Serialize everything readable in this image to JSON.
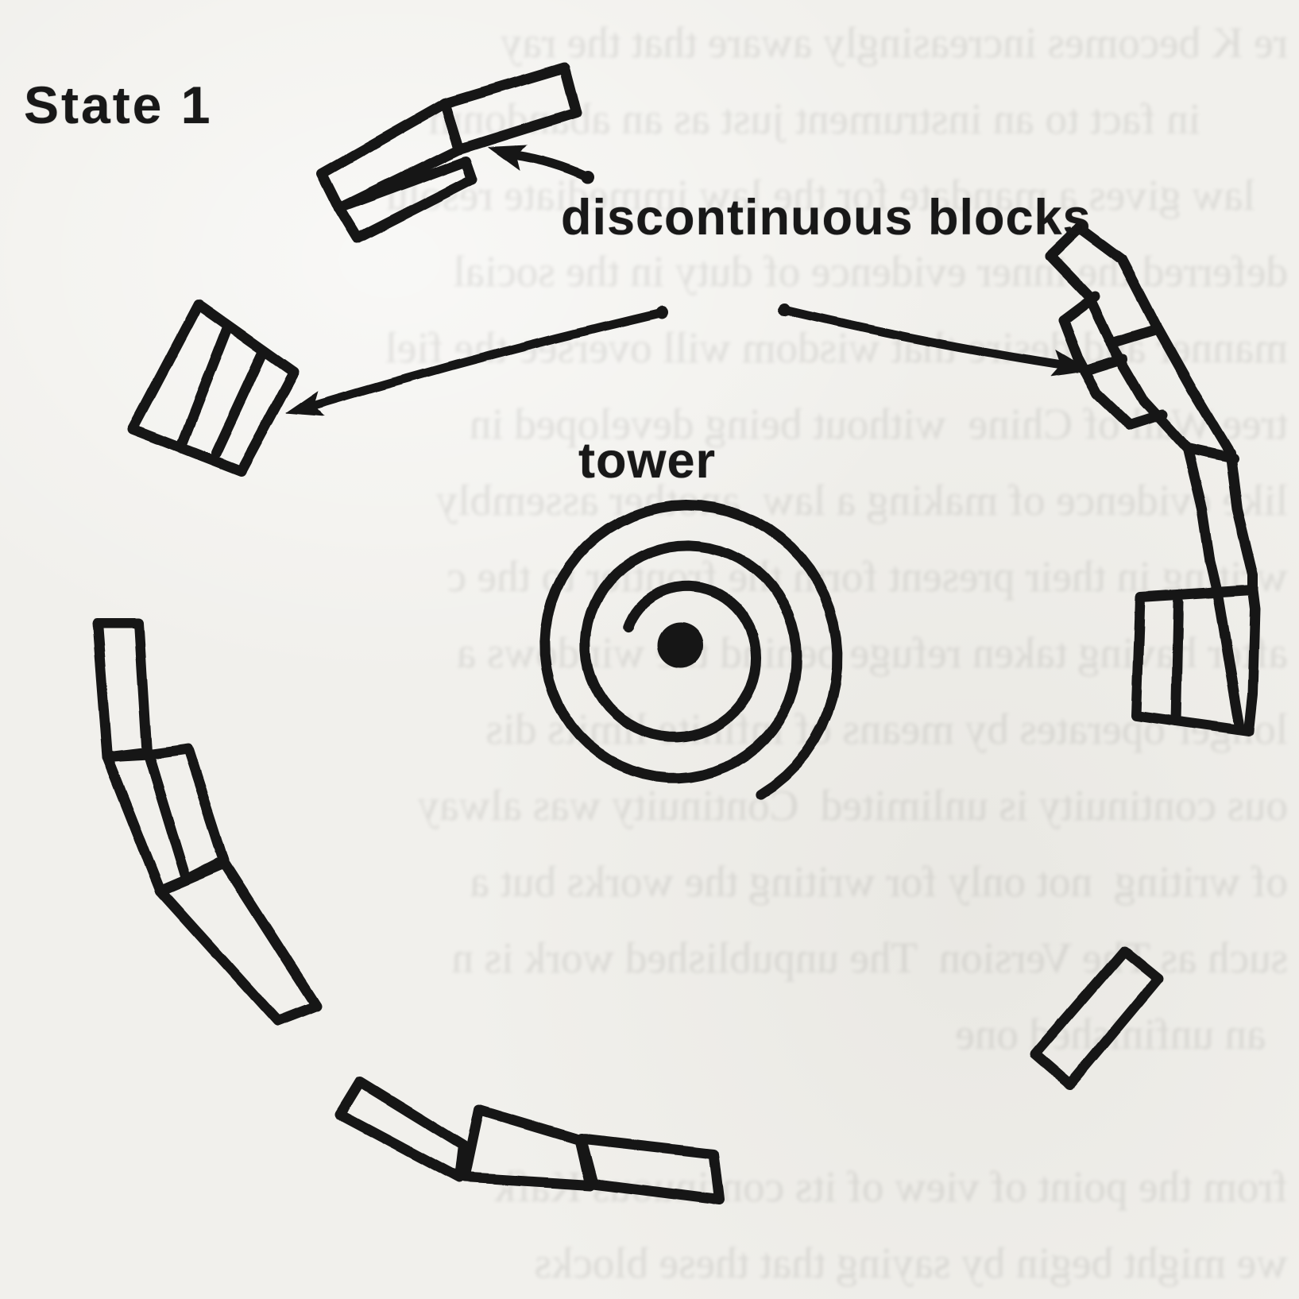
{
  "labels": {
    "state": "State 1",
    "discontinuous_blocks": "discontinuous blocks",
    "tower": "tower"
  },
  "colors": {
    "ink": "#171717",
    "paper": "#f1f0ec",
    "bleed_ink": "#6f6e6a"
  },
  "diagram": {
    "figure": "State 1: discontinuous blocks forming a broken ring around a central spiral tower",
    "tower": {
      "symbol": "spiral",
      "turns": 2.6,
      "center_dot": true
    },
    "block_groups": [
      {
        "id": "top",
        "courses": 2,
        "blocks": 3,
        "note": "staggered joint, arrow points at discontinuity"
      },
      {
        "id": "left",
        "courses": 1,
        "blocks": 3,
        "note": "three blocks side by side, arrow points here"
      },
      {
        "id": "bottom-left",
        "courses": 2,
        "blocks": 4,
        "note": "curved column with offset block"
      },
      {
        "id": "bottom",
        "courses": 1,
        "blocks": 3,
        "note": "middle block offset outward"
      },
      {
        "id": "right",
        "courses": 2,
        "blocks": 9,
        "note": "long curved column ending in three-block footing, arrow points here"
      },
      {
        "id": "bottom-right",
        "courses": 1,
        "blocks": 1,
        "note": "single isolated block"
      }
    ],
    "arrows": [
      {
        "from": "label",
        "to": "top group joint"
      },
      {
        "from": "label",
        "to": "left group"
      },
      {
        "from": "label",
        "to": "right column joint"
      }
    ]
  },
  "bleedthrough_lines": [
    "re K becomes increasingly aware that the ray",
    "        in fact to an instrument just as an abandonm",
    "   law gives a mandate for the law immediate resolu",
    "deferred the inner evidence of duty in the social",
    "manner and desire that wisdom will oversee the fiel",
    "tree Wall of Chine  without being developed in",
    "like evidence of making a law  another assembly",
    "writing in their present form the frontier to the c",
    "after having taken refuge behind the windows a",
    "longer operates by means of infinite limits dis",
    "ous continuity is unlimited  Continuity was alway",
    "of writing  not only for writing the works but a",
    "such as The Version  The unpublished work is n",
    "  an unfinished one",
    "",
    "from the point of view of its continuous Kafk",
    "we might begin by saying that these blocks"
  ]
}
